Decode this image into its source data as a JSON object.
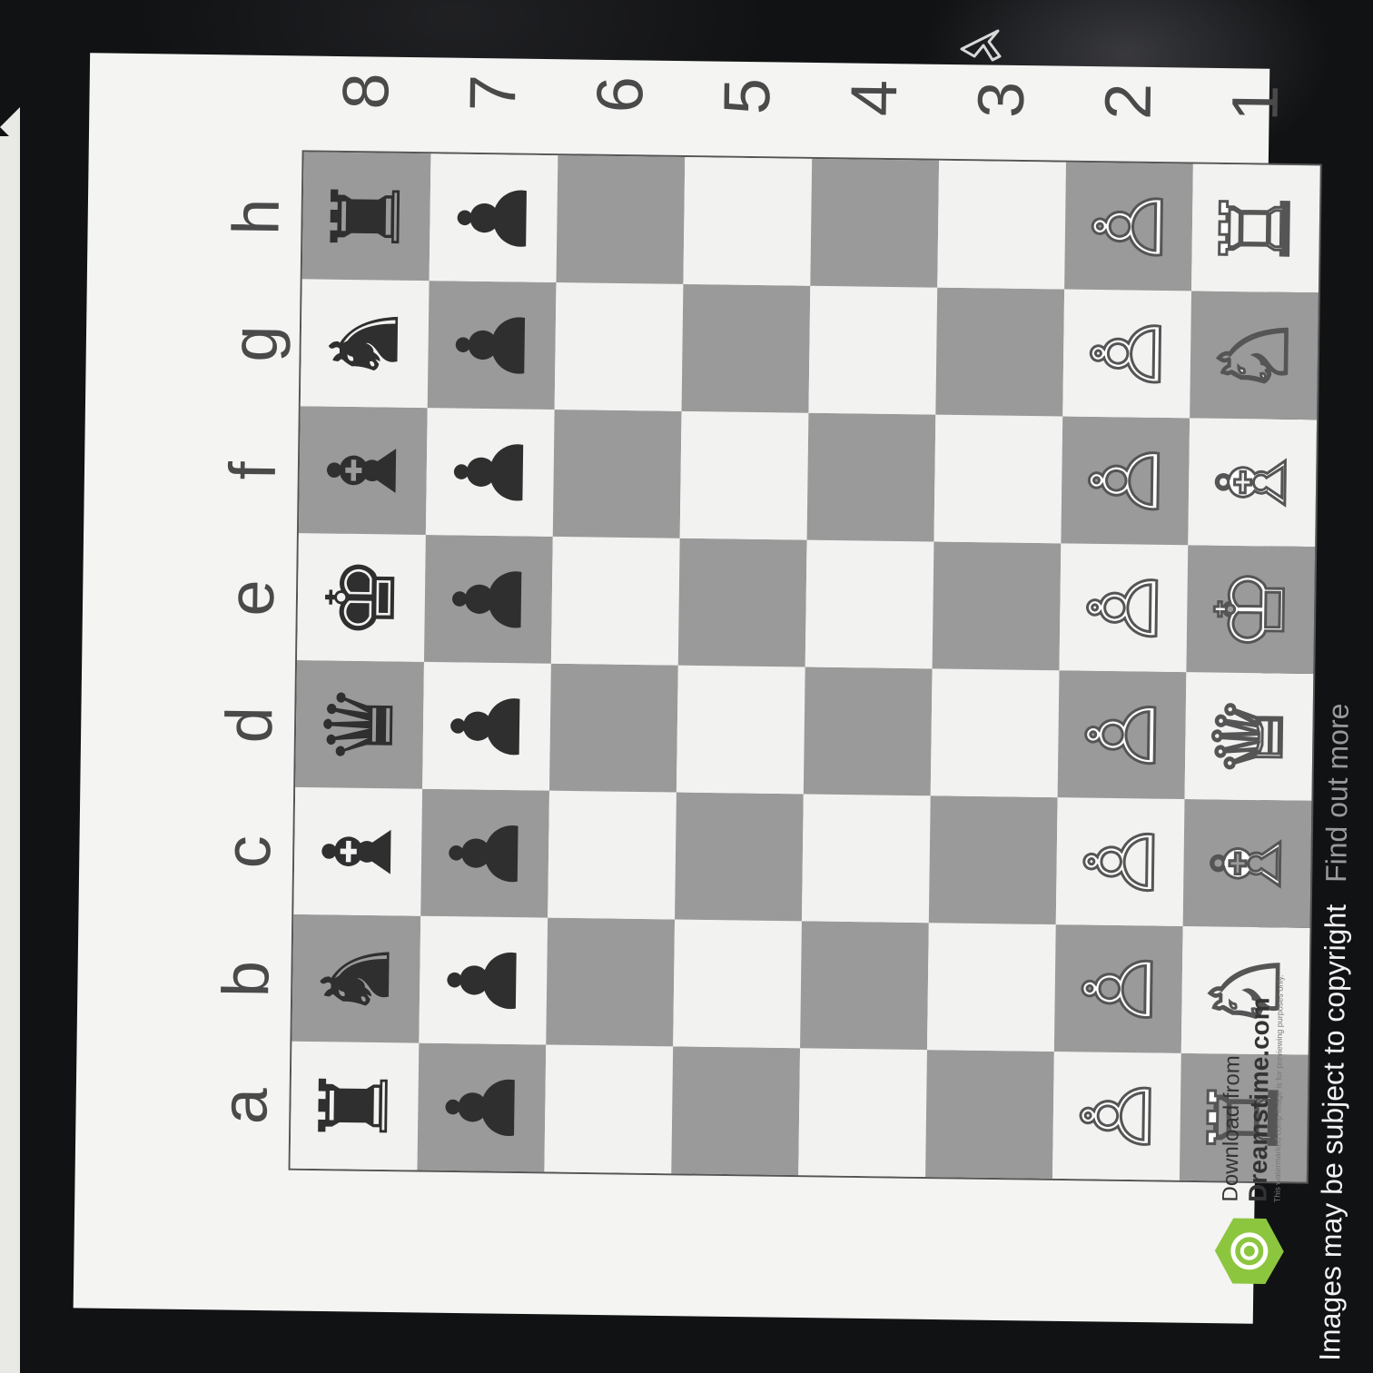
{
  "screen": {
    "cursor_icon": "arrow-cursor-icon",
    "colors": {
      "bezel": "#111214",
      "panel": "#f4f4f2",
      "light_square": "#f2f2f0",
      "dark_square": "#9a9a9a",
      "brand_green": "#8cc63f"
    }
  },
  "board": {
    "files": [
      "a",
      "b",
      "c",
      "d",
      "e",
      "f",
      "g",
      "h"
    ],
    "ranks": [
      "8",
      "7",
      "6",
      "5",
      "4",
      "3",
      "2",
      "1"
    ],
    "rows": [
      [
        "♜",
        "♞",
        "♝",
        "♛",
        "♚",
        "♝",
        "♞",
        "♜"
      ],
      [
        "♟",
        "♟",
        "♟",
        "♟",
        "♟",
        "♟",
        "♟",
        "♟"
      ],
      [
        "",
        "",
        "",
        "",
        "",
        "",
        "",
        ""
      ],
      [
        "",
        "",
        "",
        "",
        "",
        "",
        "",
        ""
      ],
      [
        "",
        "",
        "",
        "",
        "",
        "",
        "",
        ""
      ],
      [
        "",
        "",
        "",
        "",
        "",
        "",
        "",
        ""
      ],
      [
        "♙",
        "♙",
        "♙",
        "♙",
        "♙",
        "♙",
        "♙",
        "♙"
      ],
      [
        "♖",
        "♘",
        "♗",
        "♕",
        "♔",
        "♗",
        "♘",
        "♖"
      ]
    ],
    "piece_colors": [
      [
        "black",
        "black",
        "black",
        "black",
        "black",
        "black",
        "black",
        "black"
      ],
      [
        "black",
        "black",
        "black",
        "black",
        "black",
        "black",
        "black",
        "black"
      ],
      [
        "",
        "",
        "",
        "",
        "",
        "",
        "",
        ""
      ],
      [
        "",
        "",
        "",
        "",
        "",
        "",
        "",
        ""
      ],
      [
        "",
        "",
        "",
        "",
        "",
        "",
        "",
        ""
      ],
      [
        "",
        "",
        "",
        "",
        "",
        "",
        "",
        ""
      ],
      [
        "white",
        "white",
        "white",
        "white",
        "white",
        "white",
        "white",
        "white"
      ],
      [
        "white",
        "white",
        "white",
        "white",
        "white",
        "white",
        "white",
        "white"
      ]
    ]
  },
  "stock": {
    "download_label": "Download from",
    "site_name": "Dreamstime.com",
    "disclaimer": "This watermarked comp image is for previewing purposes only.",
    "logo_icon": "dreamstime-logo-icon"
  },
  "footer": {
    "notice": "Images may be subject to copyright",
    "link": "Find out more"
  }
}
